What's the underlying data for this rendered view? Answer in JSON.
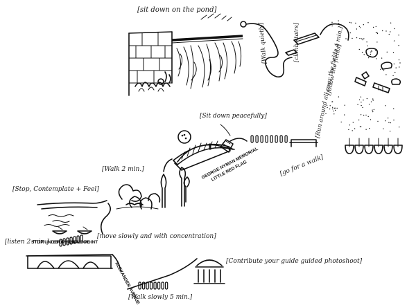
{
  "labels": {
    "sit_down_pond": "[sit down on the pond]",
    "walk_quietly": "[Walk quietly]",
    "climb_stairs": "[climb stairs]",
    "follow_the_fields": "[follow the fields]",
    "run_around_the_fields": "[Run around all over the fields 4 min.]",
    "go_for_a_walk": "[go for a walk]",
    "sit_down_peacefully": "[Sit down peacefully]",
    "george_nyman_memorial": "GEORGE NYMAN MEMORIAL",
    "little_red_flag": "LITTLE RED FLAG",
    "walk_2_min": "[Walk 2 min.]",
    "stop_contemplate_feel": "[Stop, Contemplate + Feel]",
    "listen_2_min": "[listen 2 min.]",
    "stop_under_bridge": "STOP UNDER THE BRIDGE",
    "stop_single_point": "STOP SINGLE POINT",
    "move_slowly": "[move slowly and with concentration]",
    "avenue_vertical": "ALEXANDER AVENUE",
    "walk_slowly_5_min": "[Walk slowly 5 min.]",
    "contribute_guided_photos": "[Contribute your guide guided photoshoot]"
  },
  "icons": [
    "bridge-icon",
    "pond-wall-icon",
    "tree-icon",
    "memorial-stone-icon",
    "temple-icon",
    "footsteps-icon",
    "field-hedge-icon",
    "stairs-icon"
  ]
}
